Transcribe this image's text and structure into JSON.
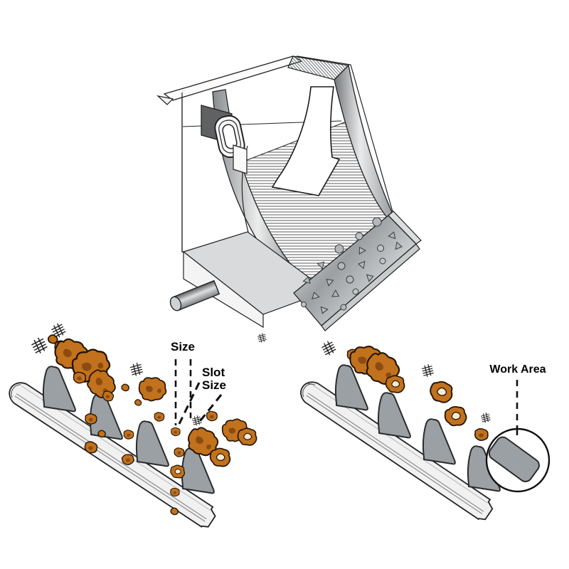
{
  "labels": {
    "size": "Size",
    "slot_size": "Slot Size",
    "work_area": "Work Area"
  },
  "icons": {
    "motion_marks": "vibration-hash-strokes",
    "flow_arrow": "curved-down-flow-arrow",
    "detail_circle": "magnifier-detail-circle"
  },
  "scene": {
    "left_diagram_teeth_count": 4,
    "right_diagram_teeth_count": 4
  },
  "colors": {
    "rock": "#c2711d",
    "rock_shadow": "#8a4c12",
    "rock_hole": "#f6ead2",
    "tooth_gray": "#9aa0a4",
    "rail_gray": "#f1f1f1",
    "outline": "#1a1a1a",
    "metal_light": "#eceded",
    "metal_dark": "#7e8285",
    "panel_dark": "#5f6163"
  }
}
